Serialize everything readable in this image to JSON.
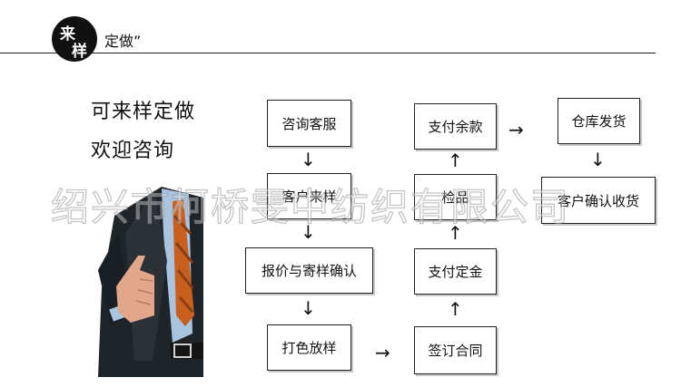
{
  "header": {
    "logo_char_1": "来",
    "logo_char_2": "样",
    "title": "定做”"
  },
  "tagline": [
    "可来样定做",
    "欢迎咨询"
  ],
  "watermark": "绍兴市柯桥雯中纺织有限公司",
  "flow": {
    "steps": {
      "consult": "咨询客服",
      "send_sample": "客户来样",
      "quote": "报价与寄样确认",
      "proof": "打色放样",
      "contract": "签订合同",
      "deposit": "支付定金",
      "inspect": "检品",
      "balance": "支付余款",
      "ship": "仓库发货",
      "receive": "客户确认收货"
    },
    "arrows": {
      "down": "↓",
      "up": "↑",
      "right": "→"
    }
  },
  "colors": {
    "suit": "#1f2429",
    "shirt": "#a9c4de",
    "tie": "#c95f1f",
    "skin": "#e2a78b"
  }
}
